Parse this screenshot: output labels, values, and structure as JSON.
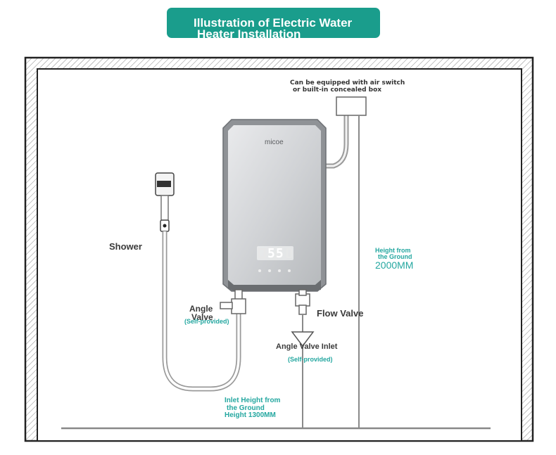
{
  "title": {
    "line1": "Illustration of Electric Water",
    "line2": "Heater Installation"
  },
  "heater": {
    "brand": "micoe",
    "display": "55"
  },
  "labels": {
    "breaker_line1": "Can be equipped with air switch",
    "breaker_line2": "or built-in concealed box",
    "shower": "Shower",
    "angle_valve_line1": "Angle",
    "angle_valve_line2": "Valve",
    "self_provided_1": "(Self-provided)",
    "flow_valve": "Flow Valve",
    "inlet_valve": "Angle Valve Inlet",
    "self_provided_2": "(Self-provided)",
    "height_line1": "Height from",
    "height_line2": "the Ground",
    "height_value": "2000MM",
    "inlet_height_line1": "Inlet Height from",
    "inlet_height_line2": "the Ground",
    "inlet_height_line3": "Height 1300MM"
  },
  "colors": {
    "accent": "#1a9d8c",
    "label_teal": "#24a7a0",
    "heater_body": "#8f9296"
  }
}
